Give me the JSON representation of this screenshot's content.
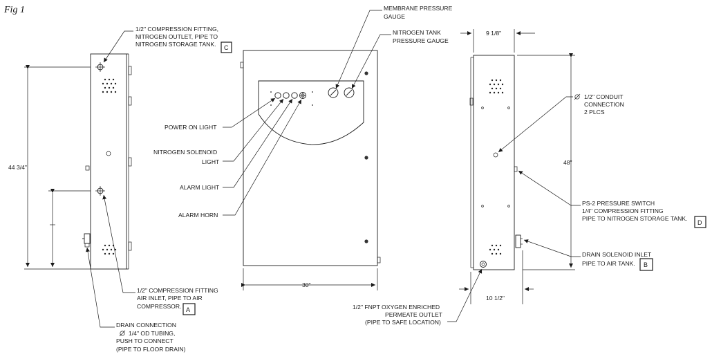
{
  "figure": {
    "label": "Fig 1"
  },
  "side_left": {
    "height_dim": "44 3/4\"",
    "callout_nitrogen_outlet": [
      "1/2\" COMPRESSION FITTING,",
      "NITROGEN OUTLET, PIPE TO",
      "NITROGEN STORAGE TANK."
    ],
    "tag_c": "C",
    "callout_air_inlet": [
      "1/2\" COMPRESSION FITTING",
      "AIR INLET, PIPE TO AIR",
      "COMPRESSOR."
    ],
    "tag_a": "A",
    "callout_drain": [
      "DRAIN CONNECTION",
      "1/4\" OD TUBING,",
      "PUSH TO CONNECT",
      "(PIPE TO FLOOR DRAIN)"
    ]
  },
  "front": {
    "width_dim": "30\"",
    "membrane_gauge": [
      "MEMBRANE PRESSURE",
      "GAUGE"
    ],
    "nitrogen_tank_gauge": [
      "NITROGEN TANK",
      "PRESSURE GAUGE"
    ],
    "power_on_light": "POWER ON LIGHT",
    "nitrogen_solenoid_light": [
      "NITROGEN SOLENOID",
      "LIGHT"
    ],
    "alarm_light": "ALARM LIGHT",
    "alarm_horn": "ALARM HORN"
  },
  "side_right": {
    "depth_top_dim": "9 1/8\"",
    "height_dim": "48\"",
    "depth_bottom_dim": "10 1/2\"",
    "conduit": [
      "1/2\" CONDUIT",
      "CONNECTION",
      "2 PLCS"
    ],
    "ps2": [
      "PS-2 PRESSURE SWITCH",
      "1/4\" COMPRESSION FITTING",
      "PIPE TO NITROGEN STORAGE TANK."
    ],
    "tag_d": "D",
    "drain_solenoid": [
      "DRAIN SOLENOID INLET",
      "PIPE TO AIR TANK."
    ],
    "tag_b": "B",
    "permeate": [
      "1/2\" FNPT OXYGEN ENRICHED",
      "PERMEATE OUTLET",
      "(PIPE TO SAFE LOCATION)"
    ]
  }
}
